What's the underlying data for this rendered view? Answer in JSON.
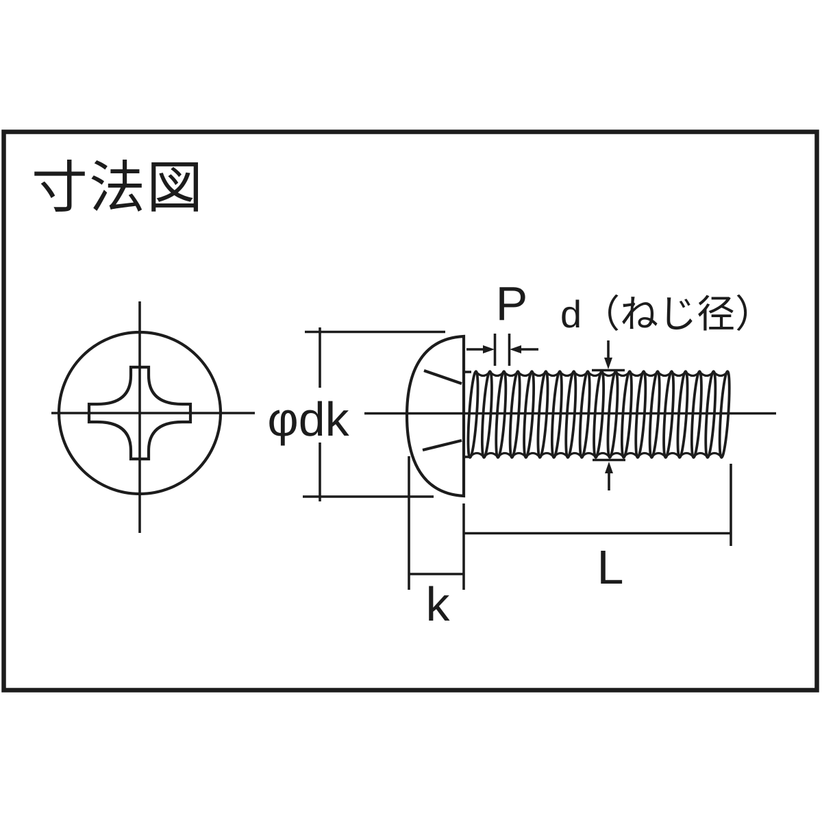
{
  "title": "寸法図",
  "labels": {
    "head_diameter": "φdk",
    "pitch": "P",
    "thread_diameter": "d（ねじ径）",
    "head_height": "k",
    "length": "L"
  },
  "colors": {
    "ink": "#1c1c1c",
    "background": "#ffffff"
  }
}
